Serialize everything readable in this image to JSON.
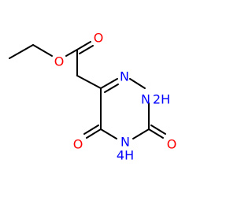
{
  "structure": {
    "labels": {
      "ester_oxygen": "O",
      "carbonyl_oxygen_ester": "O",
      "ring_n1": "N",
      "ring_n2h": "2H",
      "ring_n4h": "4H",
      "ketone_oxygen_c5": "O",
      "ketone_oxygen_c3": "O",
      "n2_letter": "N",
      "n4_letter": "N"
    }
  },
  "colors": {
    "bond": "#000000",
    "oxygen": "#ff0000",
    "nitrogen": "#0000ff",
    "background": "#ffffff"
  }
}
